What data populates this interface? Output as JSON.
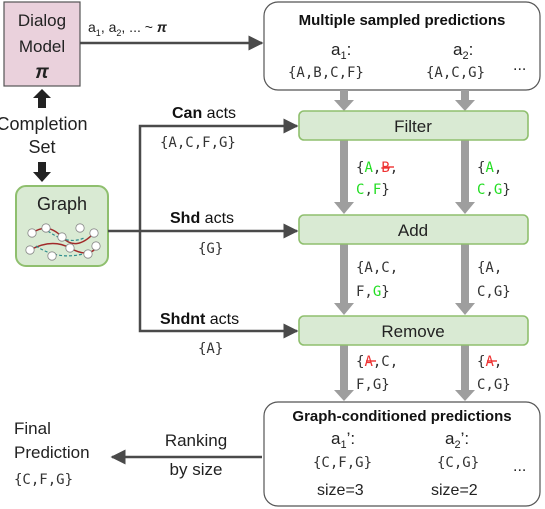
{
  "dialog_model": {
    "line1": "Dialog",
    "line2": "Model",
    "symbol": "π"
  },
  "sample_arrow": {
    "a1": "a",
    "s1": "1",
    "a2": ", a",
    "s2": "2",
    "rest": ", ... ~ ",
    "pi": "π"
  },
  "sampled": {
    "title": "Multiple sampled predictions",
    "cand1": {
      "a": "a",
      "sub": "1",
      "colon": ":",
      "set": "{A,B,C,F}"
    },
    "cand2": {
      "a": "a",
      "sub": "2",
      "colon": ":",
      "set": "{A,C,G}"
    },
    "ellipsis": "..."
  },
  "completion_set": {
    "line1": "Completion",
    "line2": "Set"
  },
  "graph": {
    "label": "Graph"
  },
  "acts": {
    "can": {
      "bold": "Can",
      "rest": " acts",
      "set": "{A,C,F,G}"
    },
    "shd": {
      "bold": "Shd",
      "rest": " acts",
      "set": "{G}"
    },
    "shdnt": {
      "bold": "Shdnt",
      "rest": " acts",
      "set": "{A}"
    }
  },
  "stages": {
    "filter": "Filter",
    "add": "Add",
    "remove": "Remove"
  },
  "after_filter": {
    "left": {
      "open": "{",
      "A": "A",
      "c1": ",",
      "B": "B",
      "c2": ",",
      "C": "C",
      "c3": ",",
      "F": "F",
      "close": "}"
    },
    "right": {
      "open": "{",
      "A": "A",
      "c1": ",",
      "C": "C",
      "c2": ",",
      "G": "G",
      "close": "}"
    }
  },
  "after_add": {
    "left": {
      "l1": "{A,C,",
      "l2a": "F,",
      "G": "G",
      "l2b": "}"
    },
    "right": {
      "l1": "{A,",
      "l2": "C,G}"
    }
  },
  "after_remove": {
    "left": {
      "open": "{",
      "A": "A",
      "l1": ",C,",
      "l2": "F,G}"
    },
    "right": {
      "open": "{",
      "A": "A",
      "l1": ",",
      "l2": "C,G}"
    }
  },
  "conditioned": {
    "title": "Graph-conditioned predictions",
    "cand1": {
      "a": "a",
      "sub": "1",
      "prime": "’:",
      "set": "{C,F,G}",
      "size": "size=3"
    },
    "cand2": {
      "a": "a",
      "sub": "2",
      "prime": "’:",
      "set": "{C,G}",
      "size": "size=2"
    },
    "ellipsis": "..."
  },
  "ranking": {
    "line1": "Ranking",
    "line2": "by size"
  },
  "final": {
    "line1": "Final",
    "line2": "Prediction",
    "set": "{C,F,G}"
  },
  "colors": {
    "dialog_fill": "#ead1dc",
    "green_fill": "#d9ead3",
    "green_stroke": "#8fbf6e",
    "arrow_gray": "#9e9e9e",
    "line_dark": "#4a4a4a",
    "green_text": "#22dd22",
    "red_text": "#ee3333"
  }
}
